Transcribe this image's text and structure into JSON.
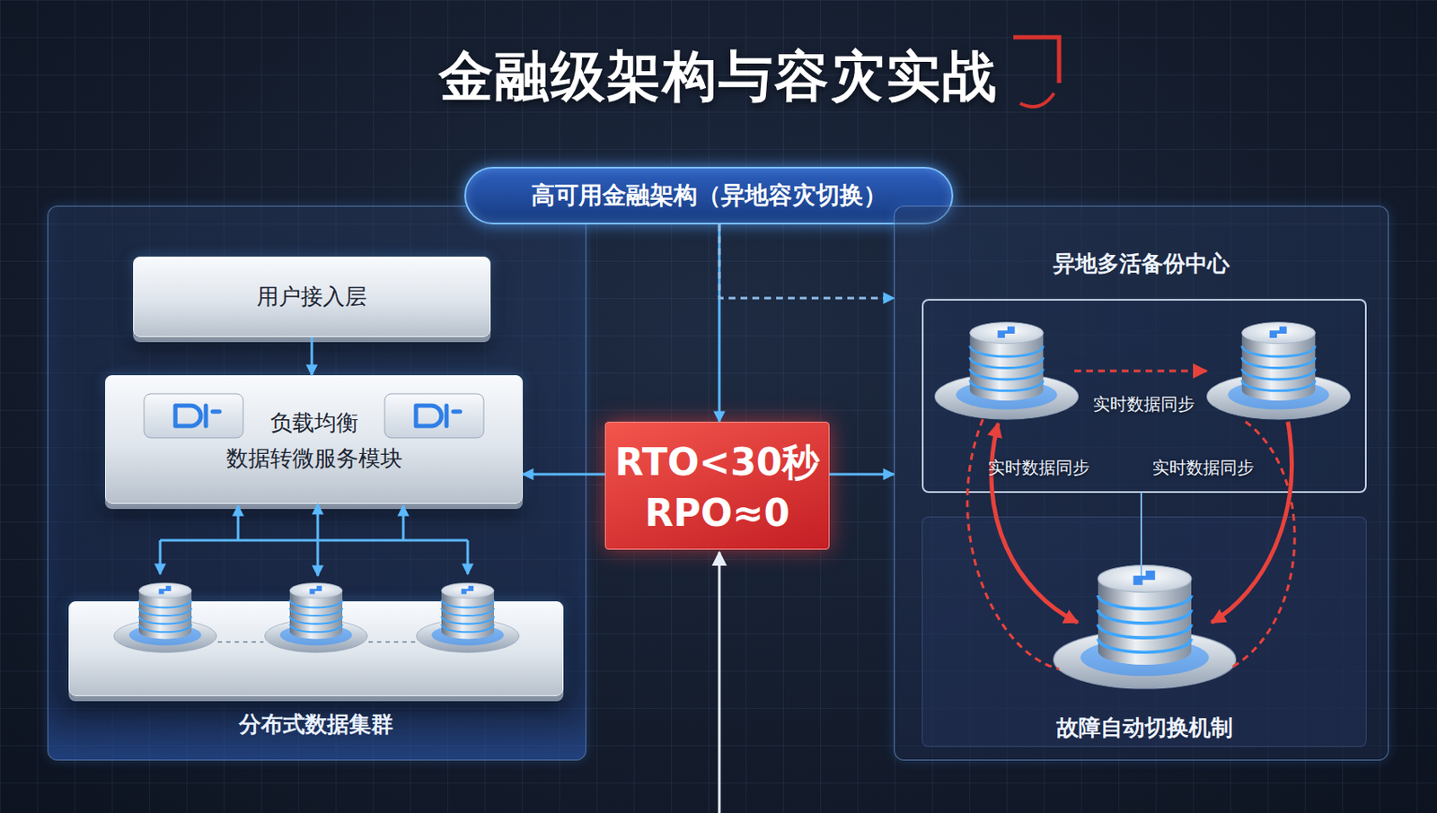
{
  "diagram": {
    "title": "金融级架构与容灾实战",
    "nodes": [
      {
        "text": [
          "高可用金融架构（异地容灾切换）"
        ]
      },
      {
        "text": [
          "用户接入层"
        ]
      },
      {
        "text": [
          "负载均衡",
          "数据转微服务模块"
        ]
      },
      {
        "text": [
          "分布式数据集群"
        ]
      },
      {
        "text": [
          "RTO<30秒",
          "RPO≈0"
        ]
      },
      {
        "text": [
          "异地多活备份中心"
        ]
      },
      {
        "text": [
          "故障自动切换机制"
        ],
        "in": 5
      }
    ],
    "edges": [
      {
        "from": 0,
        "to": 4,
        "arrow": "to"
      },
      {
        "from": 0,
        "to": 5,
        "arrow": "to"
      },
      {
        "from": 1,
        "to": 2,
        "arrow": "to"
      },
      {
        "from": 3,
        "to": 2,
        "arrow": "both"
      },
      {
        "from": 4,
        "to": 2,
        "arrow": "to"
      },
      {
        "from": 4,
        "to": 5,
        "arrow": "to"
      }
    ],
    "labels": [
      "实时数据同步",
      "实时数据同步",
      "实时数据同步"
    ]
  }
}
